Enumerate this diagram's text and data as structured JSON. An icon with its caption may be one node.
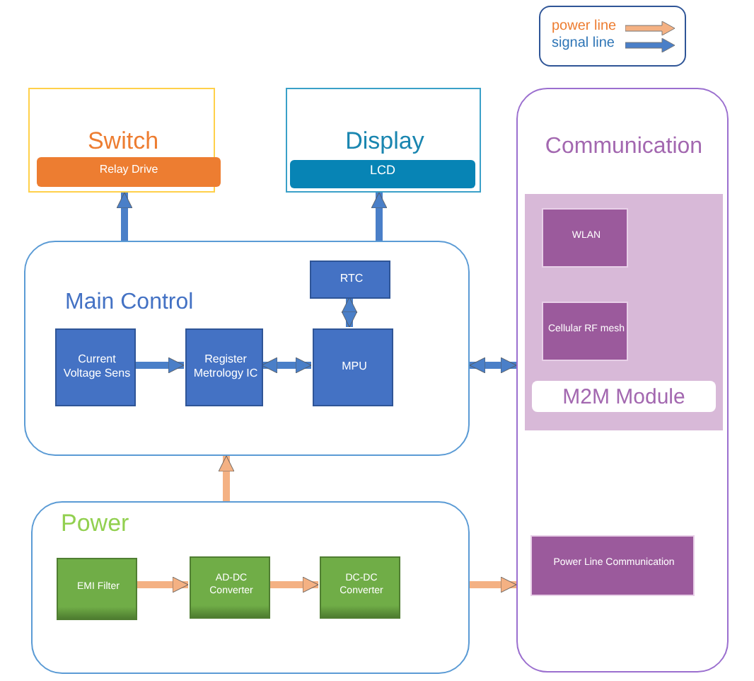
{
  "diagram": {
    "nodes": [
      {
        "text": [
          "Switch"
        ]
      },
      {
        "text": [
          "Relay Drive"
        ],
        "in": 0
      },
      {
        "text": [
          "Display"
        ]
      },
      {
        "text": [
          "LCD"
        ],
        "in": 2
      },
      {
        "text": [
          "Communication"
        ]
      },
      {
        "text": [
          "M2M Module"
        ],
        "in": 4
      },
      {
        "text": [
          "WLAN"
        ],
        "in": 5
      },
      {
        "text": [
          "Cellular RF mesh"
        ],
        "in": 5
      },
      {
        "text": [
          "Power Line Communication"
        ],
        "in": 4
      },
      {
        "text": [
          "Main Control"
        ]
      },
      {
        "text": [
          "Current Voltage Sens"
        ],
        "in": 9
      },
      {
        "text": [
          "Register Metrology IC"
        ],
        "in": 9
      },
      {
        "text": [
          "RTC"
        ],
        "in": 9
      },
      {
        "text": [
          "MPU"
        ],
        "in": 9
      },
      {
        "text": [
          "Power"
        ]
      },
      {
        "text": [
          "EMI Filter"
        ],
        "in": 14
      },
      {
        "text": [
          "AD-DC Converter"
        ],
        "in": 14
      },
      {
        "text": [
          "DC-DC Converter"
        ],
        "in": 14
      }
    ],
    "edges": [
      {
        "from": 9,
        "to": 0,
        "arrow": "to"
      },
      {
        "from": 9,
        "to": 2,
        "arrow": "to"
      },
      {
        "from": 10,
        "to": 11,
        "arrow": "to"
      },
      {
        "from": 11,
        "to": 13,
        "arrow": "both"
      },
      {
        "from": 12,
        "to": 13,
        "arrow": "both"
      },
      {
        "from": 9,
        "to": 4,
        "arrow": "both"
      },
      {
        "from": 14,
        "to": 9,
        "arrow": "to",
        "color": "#f4b183"
      },
      {
        "from": 15,
        "to": 16,
        "arrow": "to",
        "color": "#f4b183"
      },
      {
        "from": 16,
        "to": 17,
        "arrow": "to",
        "color": "#f4b183"
      },
      {
        "from": 14,
        "to": 4,
        "arrow": "to",
        "color": "#f4b183"
      }
    ],
    "legend": [
      {
        "text": "power line"
      },
      {
        "text": "signal line"
      }
    ]
  }
}
